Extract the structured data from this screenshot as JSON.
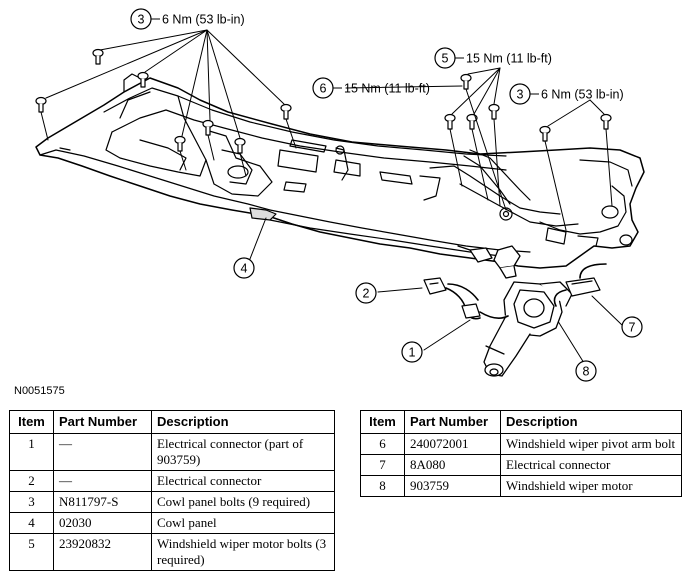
{
  "figure": {
    "id": "N0051575",
    "callouts": [
      {
        "num": "3",
        "text": "6 Nm (53 lb-in)"
      },
      {
        "num": "5",
        "text": "15 Nm (11 lb-ft)"
      },
      {
        "num": "6",
        "text": "15 Nm (11 lb-ft)"
      },
      {
        "num": "3",
        "text": "6 Nm (53 lb-in)"
      },
      {
        "num": "4",
        "text": ""
      },
      {
        "num": "2",
        "text": ""
      },
      {
        "num": "1",
        "text": ""
      },
      {
        "num": "7",
        "text": ""
      },
      {
        "num": "8",
        "text": ""
      }
    ]
  },
  "table_left": {
    "headers": [
      "Item",
      "Part Number",
      "Description"
    ],
    "rows": [
      {
        "item": "1",
        "part": "—",
        "desc": "Electrical connector (part of 903759)"
      },
      {
        "item": "2",
        "part": "—",
        "desc": "Electrical connector"
      },
      {
        "item": "3",
        "part": "N811797-S",
        "desc": "Cowl panel bolts (9 required)"
      },
      {
        "item": "4",
        "part": "02030",
        "desc": "Cowl panel"
      },
      {
        "item": "5",
        "part": "23920832",
        "desc": "Windshield wiper motor bolts (3 required)"
      }
    ]
  },
  "table_right": {
    "headers": [
      "Item",
      "Part Number",
      "Description"
    ],
    "rows": [
      {
        "item": "6",
        "part": "240072001",
        "desc": "Windshield wiper pivot arm bolt"
      },
      {
        "item": "7",
        "part": "8A080",
        "desc": "Electrical connector"
      },
      {
        "item": "8",
        "part": "903759",
        "desc": "Windshield wiper motor"
      }
    ]
  }
}
